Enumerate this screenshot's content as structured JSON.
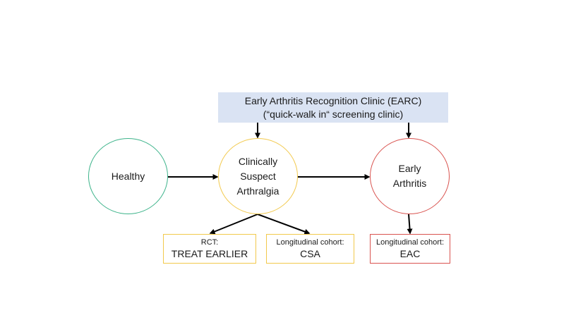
{
  "banner": {
    "line1": "Early Arthritis Recognition Clinic (EARC)",
    "line2": "(“quick-walk in“ screening clinic)",
    "fill_color": "#dae3f3"
  },
  "nodes": {
    "healthy": {
      "label": "Healthy",
      "border_color": "#3cb38a"
    },
    "csa": {
      "line1": "Clinically",
      "line2": "Suspect",
      "line3": "Arthralgia",
      "border_color": "#f2c94c"
    },
    "early_arthritis": {
      "line1": "Early",
      "line2": "Arthritis",
      "border_color": "#d9534f"
    }
  },
  "boxes": {
    "rct": {
      "caption": "RCT:",
      "title": "TREAT EARLIER"
    },
    "csa_cohort": {
      "caption": "Longitudinal cohort:",
      "title": "CSA"
    },
    "eac_cohort": {
      "caption": "Longitudinal cohort:",
      "title": "EAC"
    }
  },
  "edges": [
    {
      "from": "healthy",
      "to": "csa"
    },
    {
      "from": "csa",
      "to": "early_arthritis"
    },
    {
      "from": "banner",
      "to": "csa"
    },
    {
      "from": "banner",
      "to": "early_arthritis"
    },
    {
      "from": "csa",
      "to": "rct"
    },
    {
      "from": "csa",
      "to": "csa_cohort"
    },
    {
      "from": "early_arthritis",
      "to": "eac_cohort"
    }
  ]
}
